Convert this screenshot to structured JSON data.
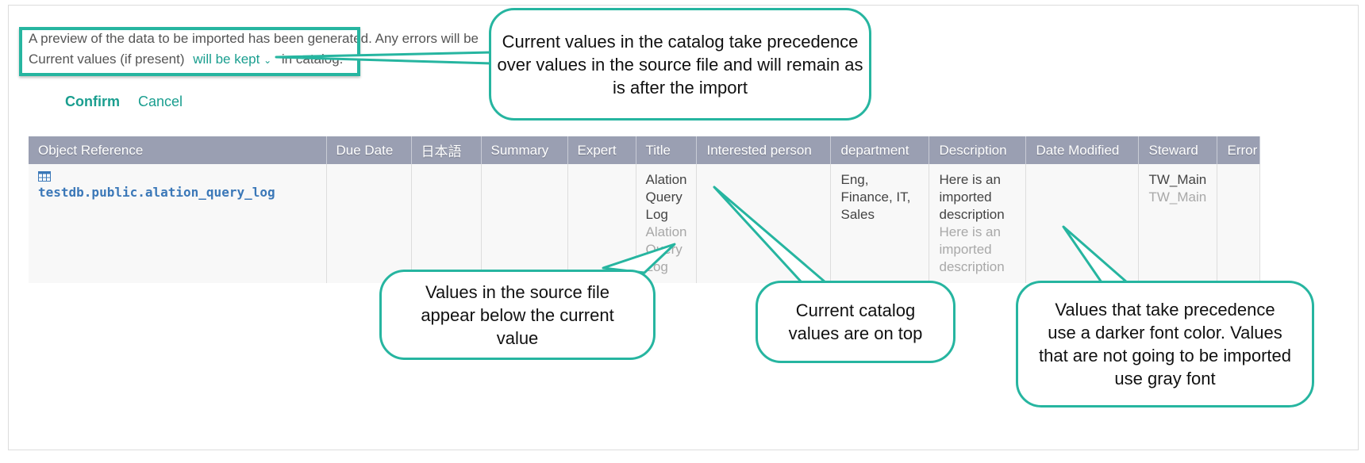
{
  "intro": {
    "line1": "A preview of the data to be imported has been generated. Any errors will be",
    "line2_prefix": "Current values (if present)",
    "dropdown_value": "will be kept",
    "line2_suffix": "in catalog."
  },
  "actions": {
    "confirm": "Confirm",
    "cancel": "Cancel"
  },
  "table": {
    "headers": [
      "Object Reference",
      "Due Date",
      "日本語",
      "Summary",
      "Expert",
      "Title",
      "Interested person",
      "department",
      "Description",
      "Date Modified",
      "Steward",
      "Error"
    ],
    "row": {
      "object_reference": "testdb.public.alation_query_log",
      "title_current": "Alation Query Log",
      "title_source": "Alation Query Log",
      "department": "Eng, Finance, IT, Sales",
      "description_current": "Here is an imported description",
      "description_source": "Here is an imported description",
      "steward_current": "TW_Main",
      "steward_source": "TW_Main"
    }
  },
  "callouts": {
    "precedence": "Current values in the catalog take precedence over values in the source file and will remain as is after the import",
    "source_below": "Values in the source file appear below the current value",
    "catalog_top": "Current catalog values are on top",
    "font_color": "Values that take precedence use a darker font color. Values that are not going to be imported use gray font"
  },
  "colors": {
    "accent": "#1a9e8f",
    "callout_border": "#26b5a0",
    "table_header_bg": "#9a9fb2",
    "link_blue": "#3b78b8",
    "gray_text": "#a8a8a8"
  }
}
